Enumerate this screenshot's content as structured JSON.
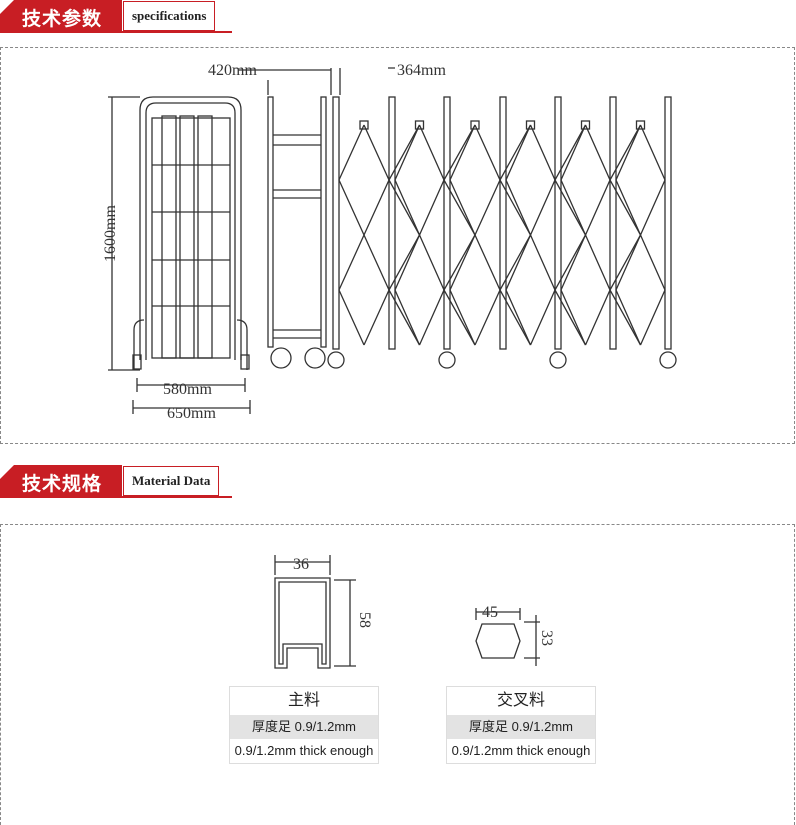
{
  "section1": {
    "title_cn": "技术参数",
    "title_en": "specifications"
  },
  "section2": {
    "title_cn": "技术规格",
    "title_en": "Material Data"
  },
  "drawing": {
    "height": "1600mm",
    "inner_width": "580mm",
    "outer_width": "650mm",
    "side_depth": "420mm",
    "pitch": "364mm"
  },
  "profiles": [
    {
      "width": "36",
      "height": "58",
      "name": "主料",
      "thickness_cn": "厚度足 0.9/1.2mm",
      "thickness_en": "0.9/1.2mm thick enough"
    },
    {
      "width": "45",
      "height": "33",
      "name": "交叉料",
      "thickness_cn": "厚度足 0.9/1.2mm",
      "thickness_en": "0.9/1.2mm thick enough"
    }
  ],
  "colors": {
    "accent": "#c81e24"
  }
}
